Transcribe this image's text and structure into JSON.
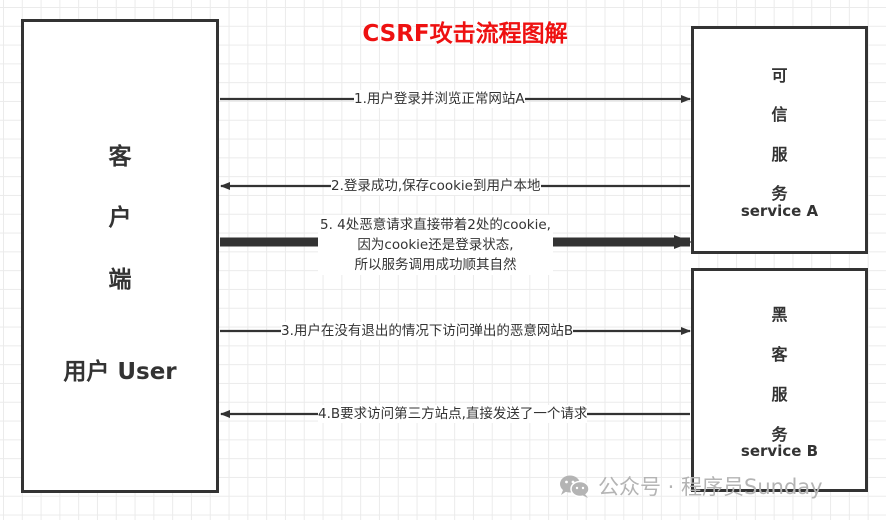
{
  "title": "CSRF攻击流程图解",
  "colors": {
    "title": "#ee1111",
    "stroke": "#333333",
    "watermark": "#b4b4b4"
  },
  "client": {
    "chars": [
      "客",
      "户",
      "端"
    ],
    "label": "用户 User"
  },
  "service_a": {
    "chars": [
      "可",
      "信",
      "服",
      "务"
    ],
    "label": "service A"
  },
  "service_b": {
    "chars": [
      "黑",
      "客",
      "服",
      "务"
    ],
    "label": "service B"
  },
  "arrows": [
    {
      "label": "1.用户登录并浏览正常网站A",
      "direction": "right"
    },
    {
      "label": "2.登录成功,保存cookie到用户本地",
      "direction": "left"
    },
    {
      "lines": [
        "5. 4处恶意请求直接带着2处的cookie,",
        "因为cookie还是登录状态,",
        "所以服务调用成功顺其自然"
      ],
      "direction": "right",
      "style": "thick"
    },
    {
      "label": "3.用户在没有退出的情况下访问弹出的恶意网站B",
      "direction": "right"
    },
    {
      "label": "4.B要求访问第三方站点,直接发送了一个请求",
      "direction": "left"
    }
  ],
  "watermark": {
    "icon": "wechat-icon",
    "text": "公众号 · 程序员Sunday"
  }
}
